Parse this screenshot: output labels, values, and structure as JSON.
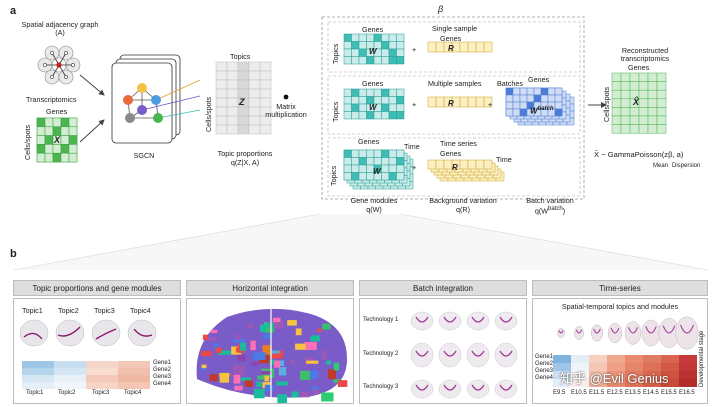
{
  "panel_labels": {
    "a": "a",
    "b": "b"
  },
  "beta": "β",
  "input": {
    "graph_label": "Spatial adjacency graph (A)",
    "transcriptomics_label": "Transcriptomics",
    "genes": "Genes",
    "cells_spots": "Cells/spots",
    "x_symbol": "X"
  },
  "sgcn_label": "SGCN",
  "topics_block": {
    "title": "Topics",
    "cells_spots": "Cells/spots",
    "z_symbol": "Z",
    "caption1": "Topic proportions",
    "caption2": "q(Z|X, A)"
  },
  "matrix_mult": {
    "line1": "Matrix",
    "line2": "multiplication"
  },
  "rows": {
    "single": {
      "title": "Single sample",
      "genes": "Genes",
      "topics": "Topics",
      "w": "W",
      "r": "R",
      "plus": "+"
    },
    "multi": {
      "title": "Multiple samples",
      "batches": "Batches",
      "genes": "Genes",
      "topics": "Topics",
      "w": "W",
      "r": "R",
      "wbatch": "W",
      "wbatch_sup": "batch",
      "plus1": "+",
      "plus2": "+"
    },
    "time": {
      "title": "Time series",
      "genes": "Genes",
      "topics": "Topics",
      "w": "W",
      "r": "R",
      "time": "Time",
      "plus": "+"
    }
  },
  "bottom_captions": {
    "gene_modules": "Gene modules",
    "gene_modules_q": "q(W)",
    "background": "Background variation",
    "background_q": "q(R)",
    "batch": "Batch variation",
    "batch_q": "q(W",
    "batch_q_sup": "batch",
    "batch_q_end": ")"
  },
  "output": {
    "title1": "Reconstructed",
    "title2": "transcriptomics",
    "genes": "Genes",
    "cells_spots": "Cells/spots",
    "xhat": "X̂",
    "formula": "X̂ ~ GammaPoisson(zβ,  a)",
    "mean": "Mean",
    "dispersion": "Dispersion"
  },
  "panels_b": [
    {
      "title": "Topic proportions and gene modules"
    },
    {
      "title": "Horizontal integration"
    },
    {
      "title": "Batch integration"
    },
    {
      "title": "Time-series"
    }
  ],
  "topic_panel": {
    "topics_top": [
      "Topic1",
      "Topic2",
      "Topic3",
      "Topic4"
    ],
    "genes": [
      "Gene1",
      "Gene2",
      "Gene3",
      "Gene4"
    ],
    "topics_bottom": [
      "Topic1",
      "Topic2",
      "Topic3",
      "Topic4"
    ]
  },
  "batch_panel": {
    "technologies": [
      "Technology 1",
      "Technology 2",
      "Technology 3"
    ]
  },
  "time_panel": {
    "title": "Spatial-temporal topics and modules",
    "genes": [
      "Gene1",
      "Gene2",
      "Gene3",
      "Gene4"
    ],
    "stages": [
      "E9.5",
      "E10.5",
      "E11.5",
      "E12.5",
      "E13.5",
      "E14.5",
      "E15.5",
      "E16.5"
    ],
    "side": "Developmental stage"
  },
  "watermark": "知乎 @Evil Genius",
  "colors": {
    "teal": "#3dbdb3",
    "teal_light": "#c9ecea",
    "yellow": "#f5cf4a",
    "yellow_light": "#fcefc2",
    "blue": "#4c7dd6",
    "blue_light": "#cfdcf6",
    "green": "#4bb64f",
    "green_light": "#d3edd3",
    "red": "#c83a3a"
  }
}
